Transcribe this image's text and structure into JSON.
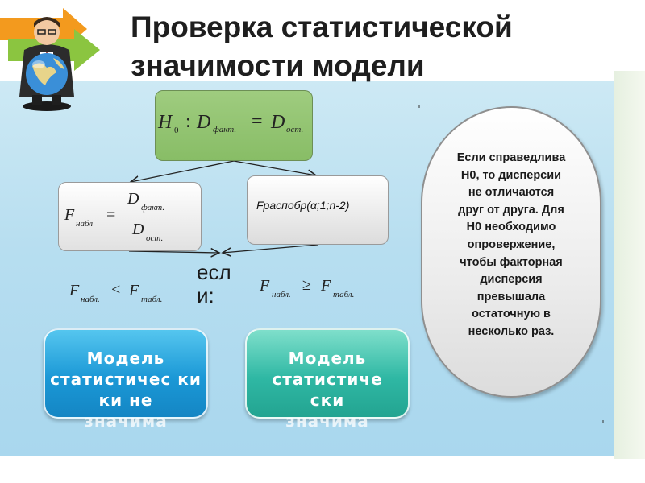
{
  "title": {
    "line1": "Проверка статистической",
    "line2": "значимости модели"
  },
  "hypothesis": {
    "H": "H",
    "H_sub": "0",
    "colon": ":",
    "D": "D",
    "sub_fact": "факт.",
    "eq": "=",
    "sub_ost": "ост."
  },
  "f_observed": {
    "F": "F",
    "sub": "набл",
    "eq": "=",
    "D": "D",
    "sub_fact": "факт.",
    "sub_ost": "ост."
  },
  "f_table": {
    "text": "Fраспобр(α;1;n-2)"
  },
  "if_label": {
    "line1": "есл",
    "line2": "и:"
  },
  "cond_less": {
    "F1": "F",
    "sub1": "набл.",
    "op": "<",
    "F2": "F",
    "sub2": "табл."
  },
  "cond_geq": {
    "F1": "F",
    "sub1": "набл.",
    "op": "≥",
    "F2": "F",
    "sub2": "табл."
  },
  "result_not_significant": {
    "line1": "Модель",
    "line2": "статистичес ки",
    "line3": "ки не",
    "line4": "значима"
  },
  "result_significant": {
    "line1": "Модель",
    "line2": "статистиче",
    "line3": "ски",
    "line4": "значима"
  },
  "explanation": {
    "lines": [
      "Если справедлива",
      "Н0, то дисперсии",
      "не отличаются",
      "друг от друга. Для",
      "Н0 необходимо",
      "опровержение,",
      "чтобы факторная",
      "дисперсия",
      "превышала",
      "остаточную в",
      "несколько раз."
    ]
  },
  "icons": {
    "presenter": "businessman-with-globe-icon",
    "arrows": "arrows-icon"
  },
  "colors": {
    "panel": "#b7def0",
    "h0_box": "#88bd66",
    "btn_blue": "#1b98d6",
    "btn_teal": "#2fb8a4"
  }
}
